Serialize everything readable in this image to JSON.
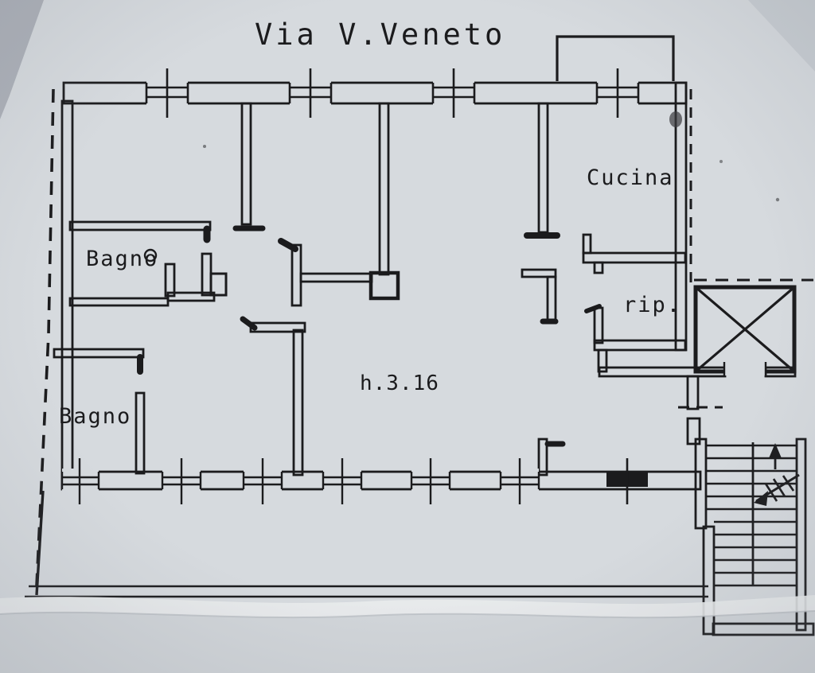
{
  "document": {
    "kind": "apartment floor plan (scanned drawing)",
    "street_label": "Via V.Veneto"
  },
  "rooms": {
    "bathroom_upper": {
      "label": "Bagno"
    },
    "bathroom_lower": {
      "label": "Bagno"
    },
    "kitchen": {
      "label": "Cucina"
    },
    "storage": {
      "label": "rip."
    }
  },
  "annotations": {
    "ceiling_height": "h.3.16"
  },
  "features": {
    "elevator_shaft": "crossed-box elevator symbol",
    "staircase": "two flights with up arrow and crossed direction arrow",
    "balcony_top": "small balcony outside top-right wall",
    "terrace_edge": "double line below bottom facade",
    "property_line": "dashed boundary on left and right"
  },
  "colors": {
    "paper": "#d6dade",
    "ink": "#1b1b1d",
    "crease": "#e9ebec",
    "shadow": "#8f959e"
  }
}
